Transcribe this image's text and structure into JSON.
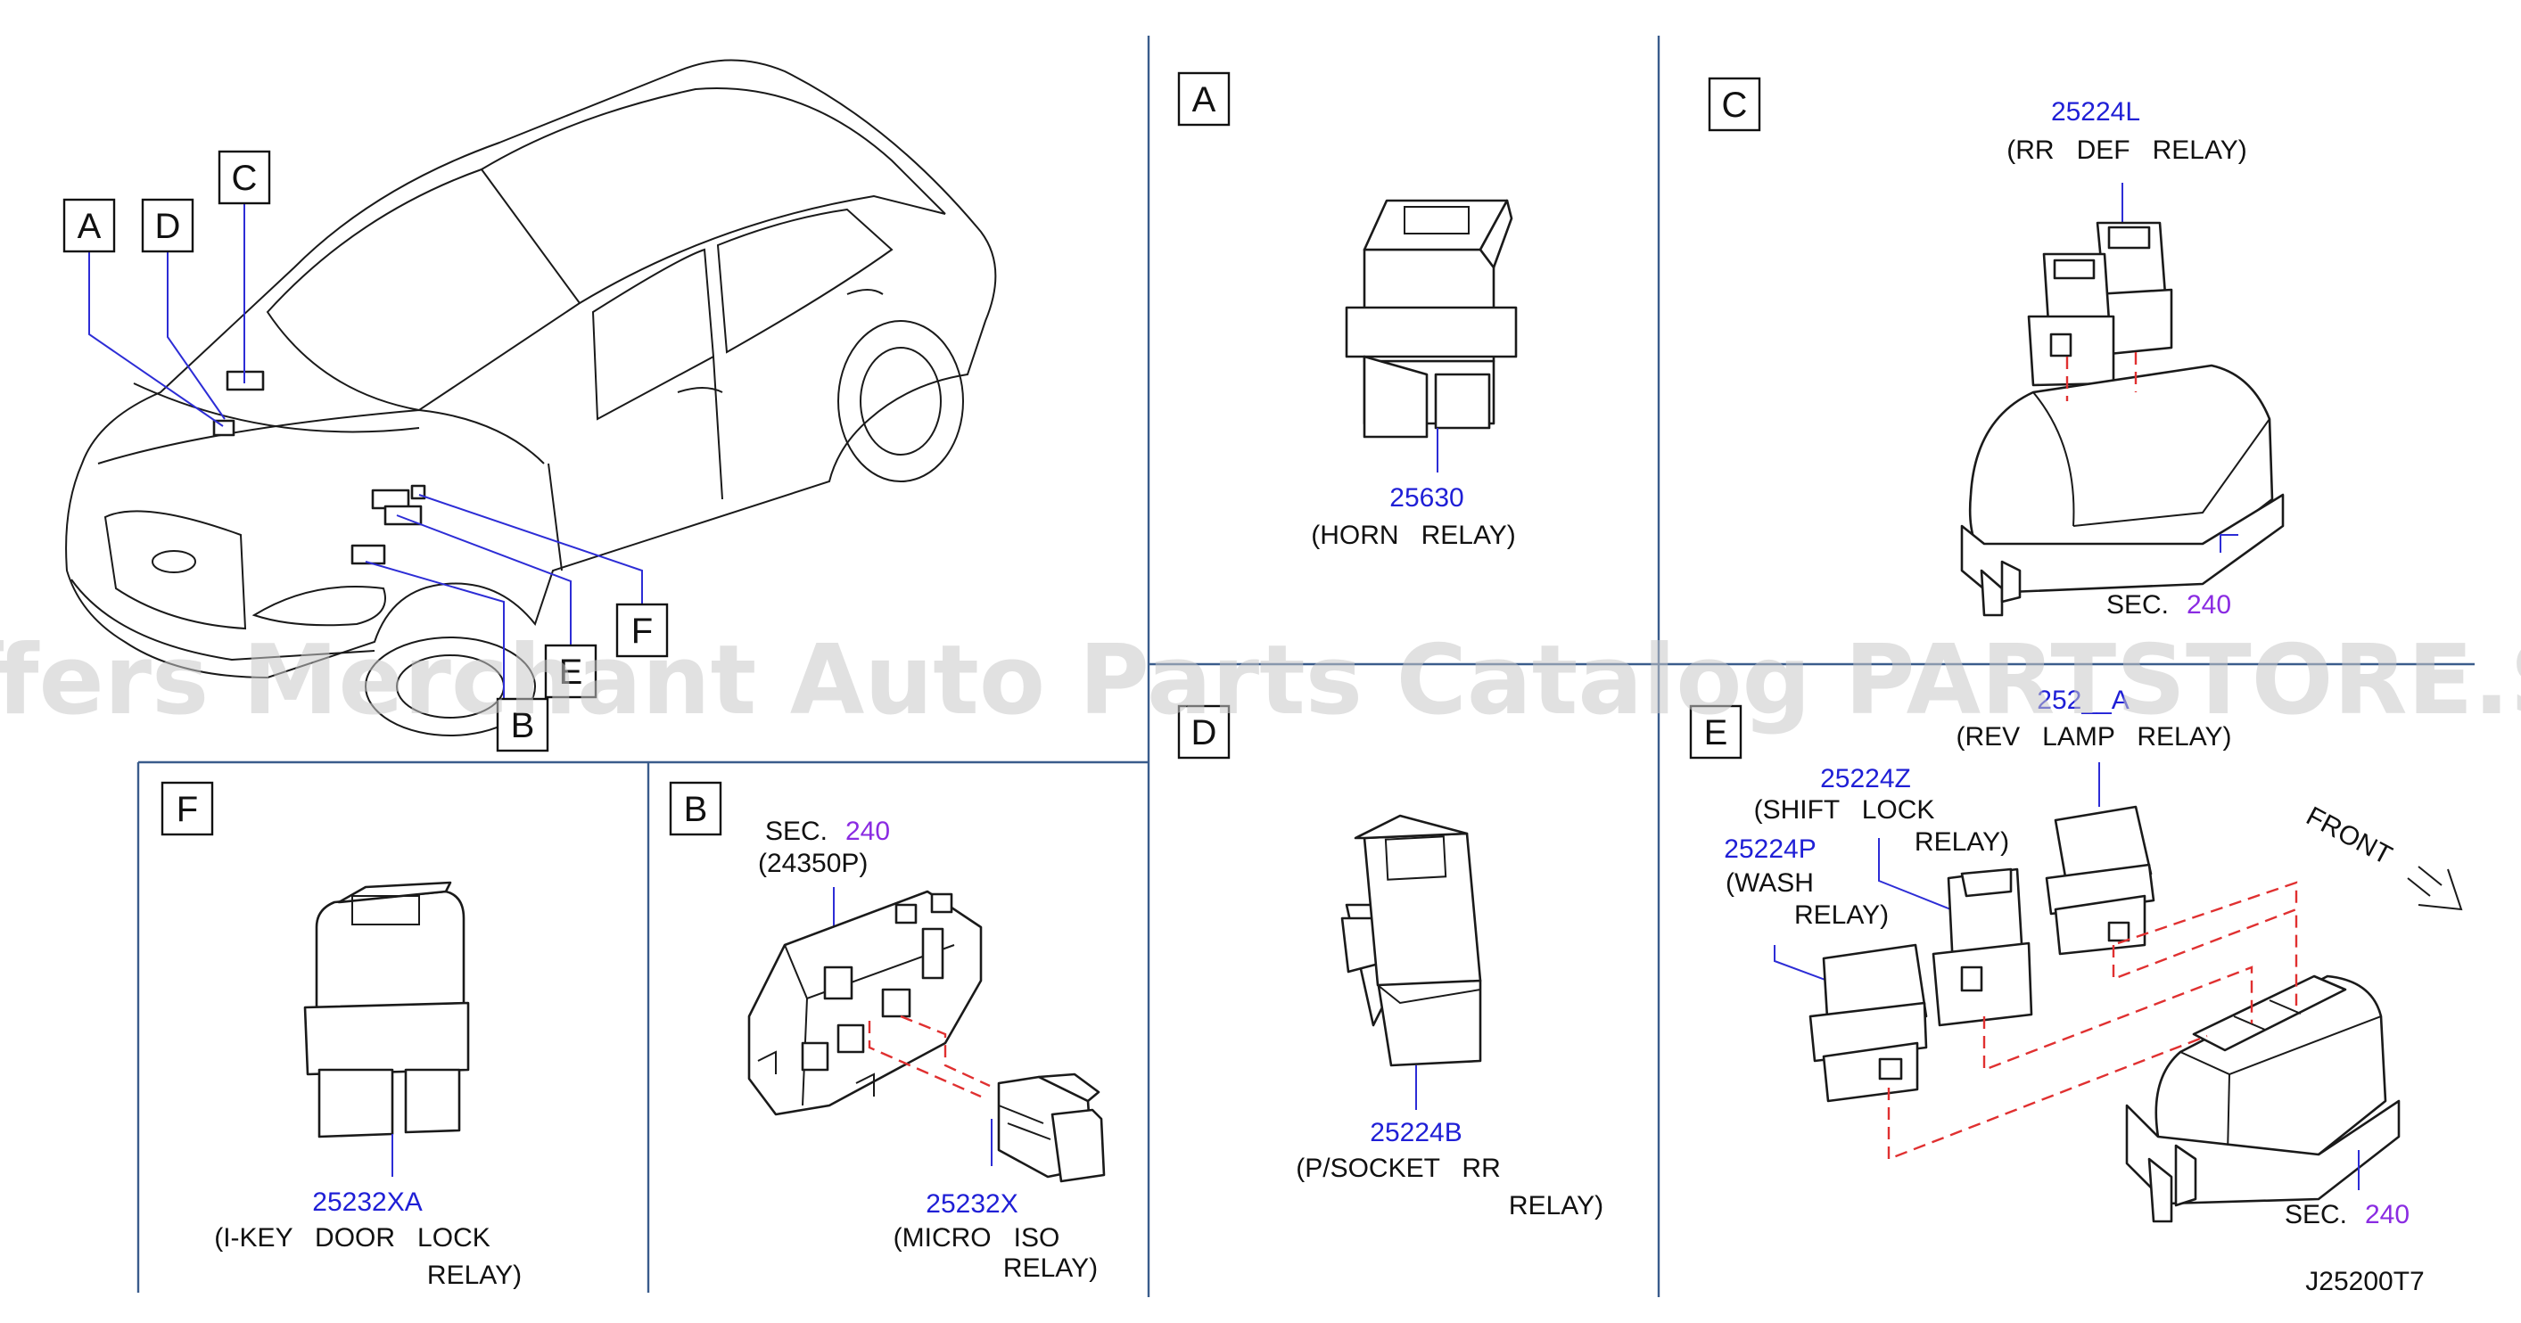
{
  "colors": {
    "part_number": "#1f1fd6",
    "section_number": "#8a2be2",
    "leader": "#2d2dd6",
    "dashed": "#e03030",
    "divider": "#3a5c8c",
    "watermark": "#c9c9c9"
  },
  "watermark": "Offers Merchant Auto Parts Catalog PARTSTORE.SA",
  "drawing_code": "J25200T7",
  "overview": {
    "callouts": [
      "A",
      "D",
      "C",
      "F",
      "E",
      "B"
    ]
  },
  "panels": {
    "A": {
      "letter": "A",
      "part_number": "25630",
      "desc_lines": [
        "(HORN   RELAY)"
      ]
    },
    "C": {
      "letter": "C",
      "part_number": "25224L",
      "desc_lines": [
        "(RR   DEF   RELAY)"
      ],
      "sec_label": "SEC.",
      "sec_number": "240"
    },
    "D": {
      "letter": "D",
      "part_number": "25224B",
      "desc_lines": [
        "(P/SOCKET   RR",
        "RELAY)"
      ]
    },
    "E": {
      "letter": "E",
      "front_label": "FRONT",
      "items": [
        {
          "part_number": "252__A",
          "desc_lines": [
            "(REV   LAMP   RELAY)"
          ]
        },
        {
          "part_number": "25224Z",
          "desc_lines": [
            "(SHIFT   LOCK",
            "RELAY)"
          ]
        },
        {
          "part_number": "25224P",
          "desc_lines": [
            "(WASH",
            "RELAY)"
          ]
        }
      ],
      "sec_label": "SEC.",
      "sec_number": "240"
    },
    "F": {
      "letter": "F",
      "part_number": "25232XA",
      "desc_lines": [
        "(I-KEY   DOOR   LOCK",
        "RELAY)"
      ]
    },
    "B": {
      "letter": "B",
      "sec_label": "SEC.",
      "sec_number": "240",
      "sec_sub": "(24350P)",
      "part_number": "25232X",
      "desc_lines": [
        "(MICRO   ISO",
        "RELAY)"
      ]
    }
  }
}
